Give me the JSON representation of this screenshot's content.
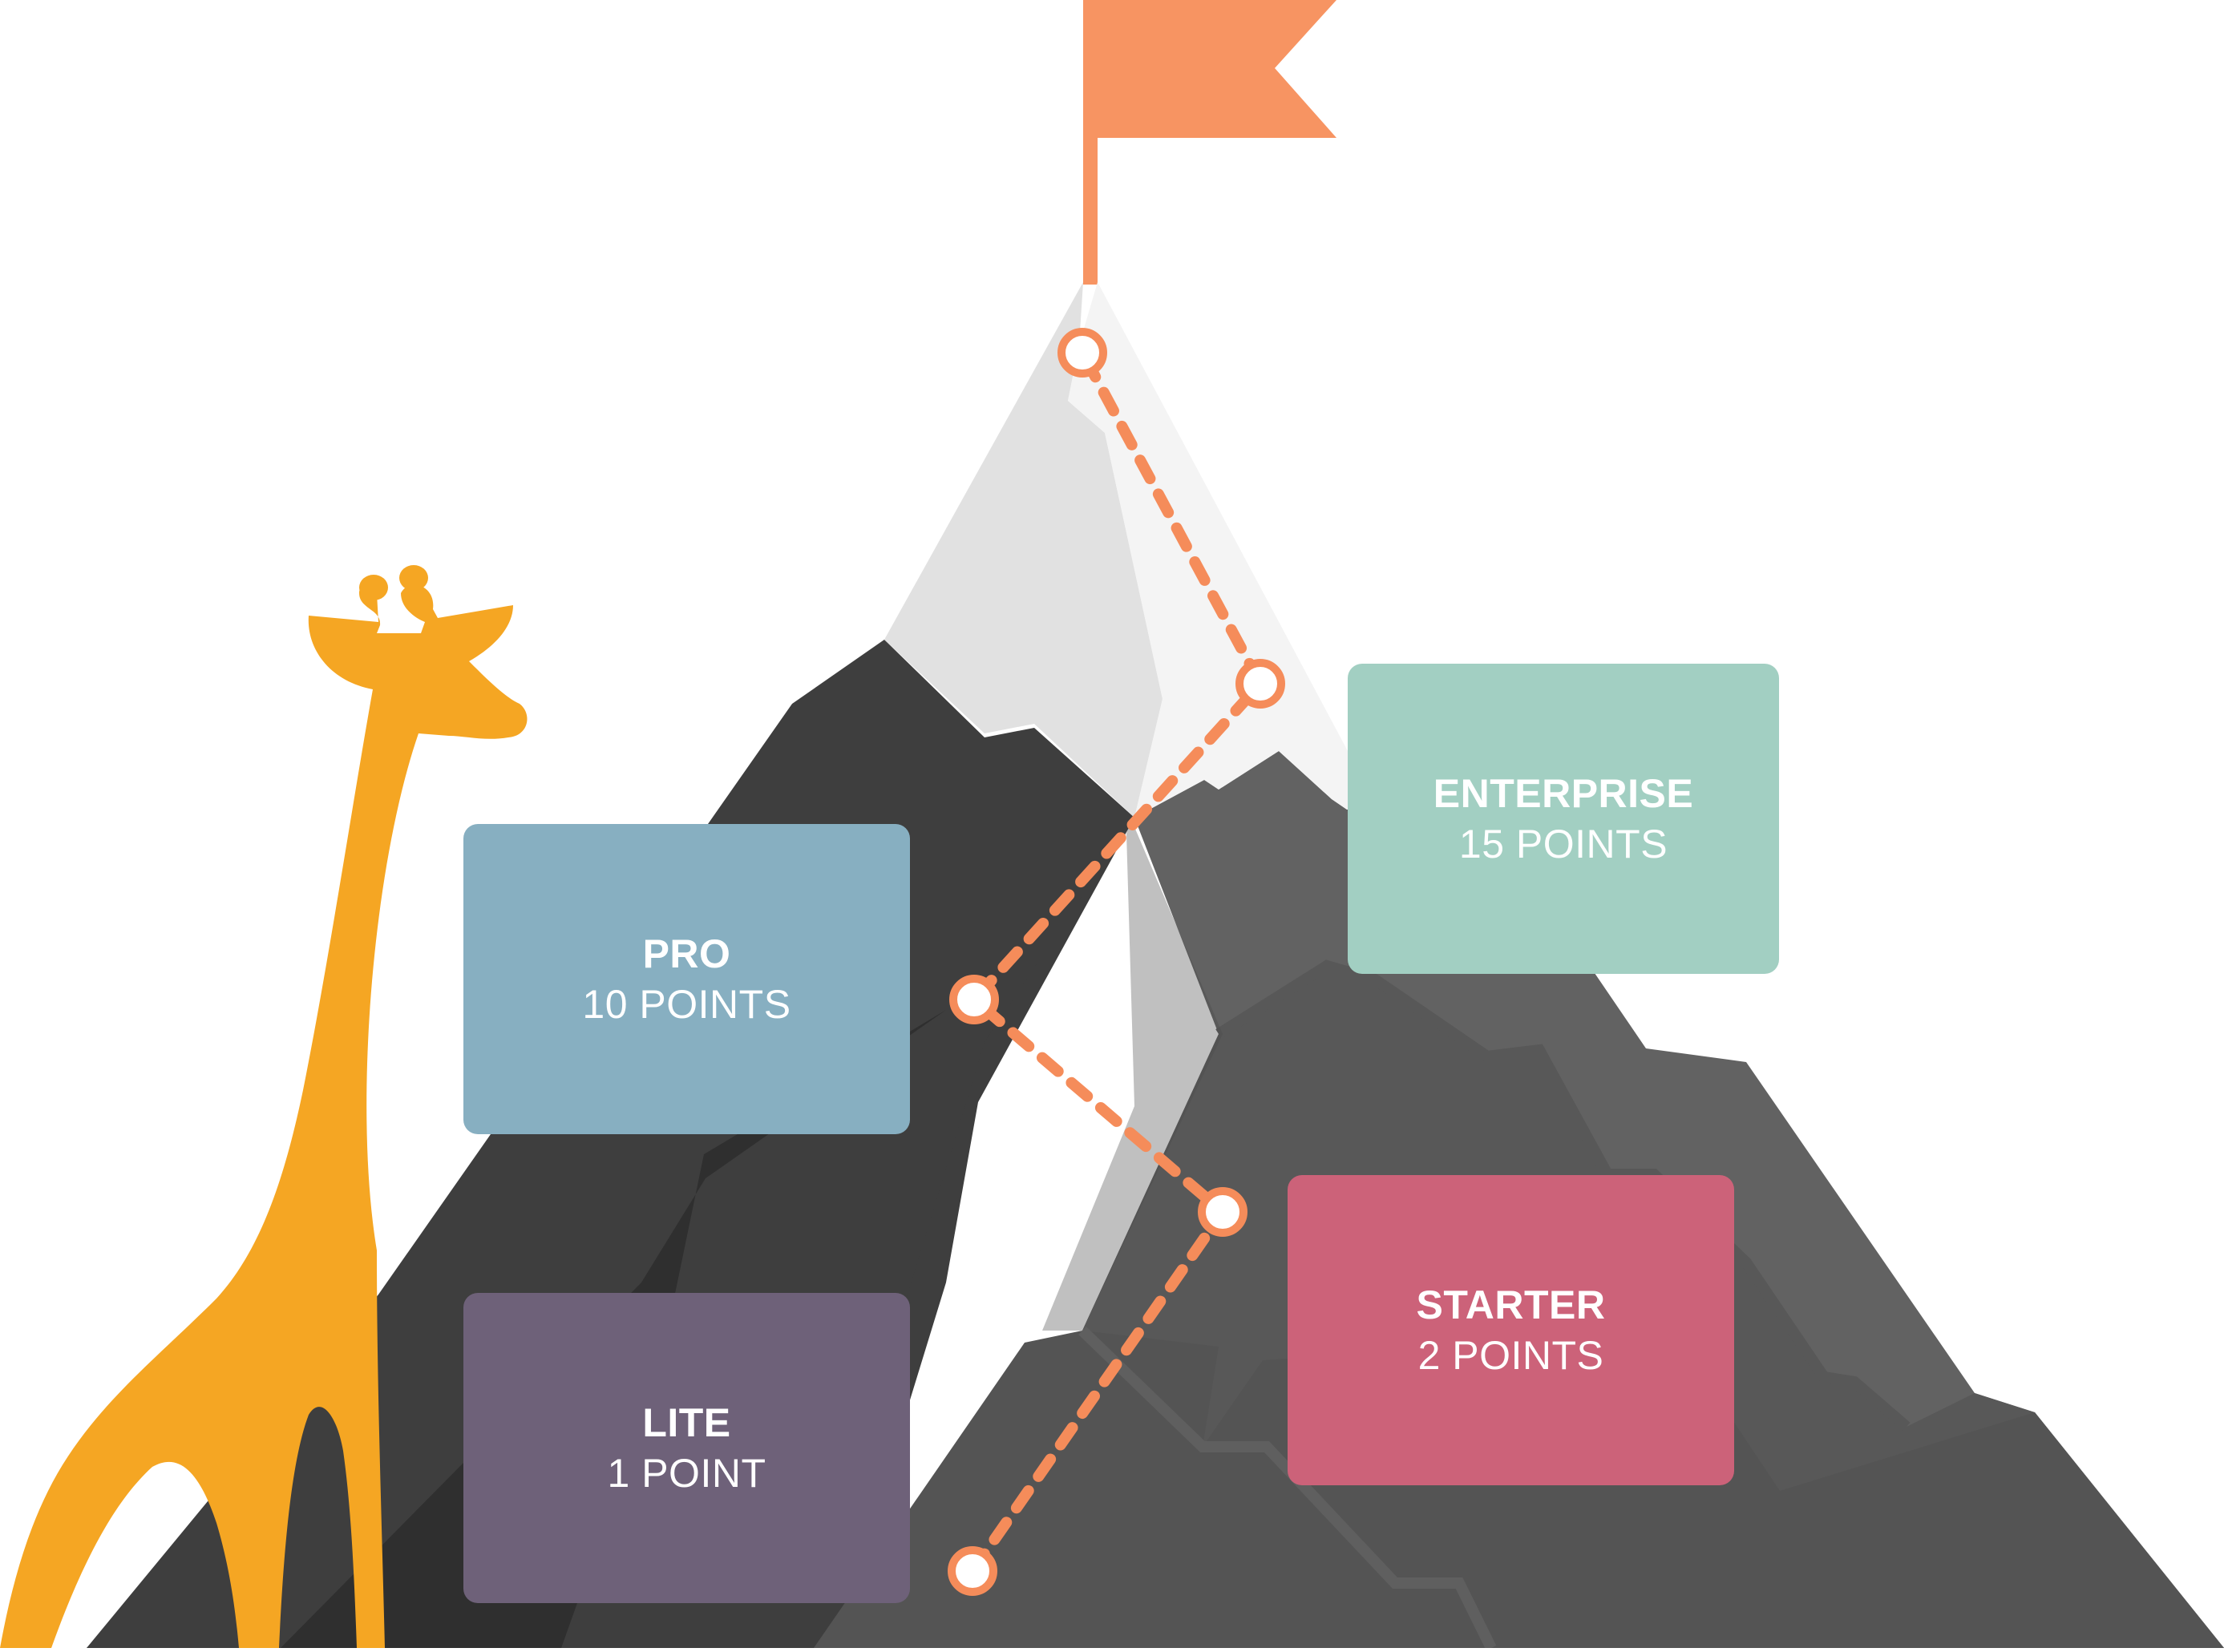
{
  "colors": {
    "flag": "#f79462",
    "path": "#f58c5a",
    "giraffe": "#f5a623",
    "mountain_dark": "#3e3e3e",
    "mountain_mid": "#545454",
    "mountain_light": "#626262",
    "snow_left": "#e1e1e1",
    "snow_right": "#f4f4f4",
    "background": "#ffffff"
  },
  "tiers": [
    {
      "id": "enterprise",
      "name": "ENTERPRISE",
      "points": "15 POINTS",
      "color": "#a2cfc2"
    },
    {
      "id": "pro",
      "name": "PRO",
      "points": "10 POINTS",
      "color": "#87afc1"
    },
    {
      "id": "starter",
      "name": "STARTER",
      "points": "2 POINTS",
      "color": "#cc6279"
    },
    {
      "id": "lite",
      "name": "LITE",
      "points": "1 POINT",
      "color": "#6e6179"
    }
  ],
  "icons": {
    "flag": "flag-icon",
    "giraffe": "giraffe-illustration",
    "waypoint": "waypoint-marker-icon"
  }
}
